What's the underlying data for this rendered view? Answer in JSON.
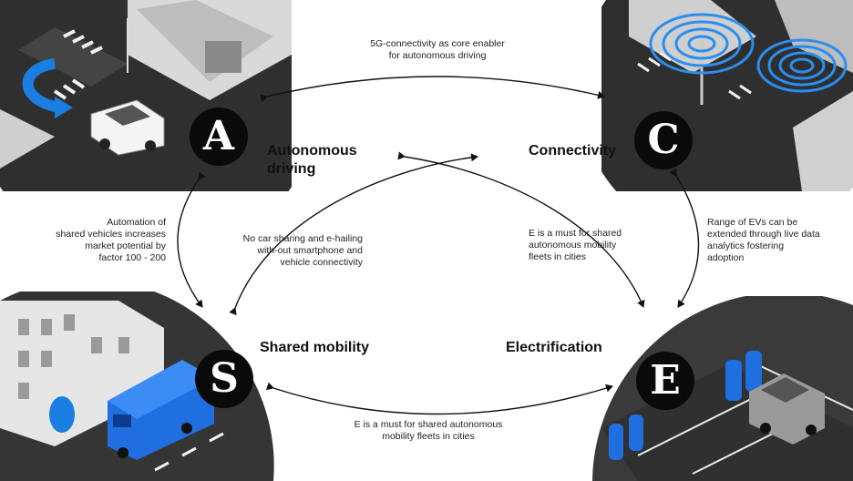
{
  "nodes": {
    "autonomous": {
      "letter": "A",
      "title_line1": "Autonomous",
      "title_line2": "driving"
    },
    "connectivity": {
      "letter": "C",
      "title": "Connectivity"
    },
    "shared": {
      "letter": "S",
      "title": "Shared mobility"
    },
    "electrification": {
      "letter": "E",
      "title": "Electrification"
    }
  },
  "links": {
    "a_c": {
      "line1": "5G-connectivity as core enabler",
      "line2": "for autonomous driving"
    },
    "s_a": {
      "line1": "Automation of",
      "line2": "shared vehicles increases",
      "line3": "market potential by",
      "line4": "factor 100 - 200"
    },
    "c_s": {
      "line1": "No car sharing and e-hailing",
      "line2": "with-out smartphone and",
      "line3": "vehicle connectivity"
    },
    "e_a": {
      "line1": "E is a must for shared",
      "line2": "autonomous mobility",
      "line3": "fleets in cities"
    },
    "c_e": {
      "line1": "Range of EVs can be",
      "line2": "extended through live data",
      "line3": "analytics fostering",
      "line4": "adoption"
    },
    "s_e": {
      "line1": "E is a must for shared autonomous",
      "line2": "mobility fleets in cities"
    }
  },
  "colors": {
    "accent_blue": "#1a7fe0",
    "letter_bg": "#0a0a0a",
    "street_gray": "#3a3a3a"
  }
}
